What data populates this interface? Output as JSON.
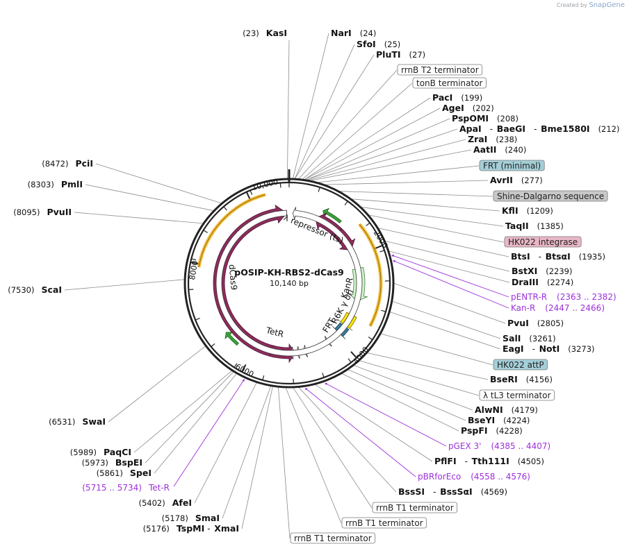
{
  "credit": {
    "created_by": "Created by",
    "brand": "SnapGene"
  },
  "plasmid": {
    "name": "pOSIP-KH-RBS2-dCas9",
    "size": "10,140 bp"
  },
  "ticks": [
    "10,000",
    "2000",
    "4000",
    "6000",
    "8000"
  ],
  "features": {
    "repressor": "λ repressor (ts)",
    "kanr": "KanR",
    "r6k": "R6K γ ori",
    "frt": "FRT",
    "tetr": "TetR",
    "dcas9": "dCas9"
  },
  "right_labels": [
    {
      "kind": "site",
      "names": [
        "NarI"
      ],
      "pos": "(24)"
    },
    {
      "kind": "site",
      "names": [
        "SfoI"
      ],
      "pos": "(25)"
    },
    {
      "kind": "site",
      "names": [
        "PluTI"
      ],
      "pos": "(27)"
    },
    {
      "kind": "box",
      "text": "rrnB T2 terminator",
      "color": "#ffffff"
    },
    {
      "kind": "box",
      "text": "tonB terminator",
      "color": "#ffffff"
    },
    {
      "kind": "site",
      "names": [
        "PacI"
      ],
      "pos": "(199)"
    },
    {
      "kind": "site",
      "names": [
        "AgeI"
      ],
      "pos": "(202)"
    },
    {
      "kind": "site",
      "names": [
        "PspOMI"
      ],
      "pos": "(208)"
    },
    {
      "kind": "site",
      "names": [
        "ApaI",
        "BaeGI",
        "Bme1580I"
      ],
      "pos": "(212)"
    },
    {
      "kind": "site",
      "names": [
        "ZraI"
      ],
      "pos": "(238)"
    },
    {
      "kind": "site",
      "names": [
        "AatII"
      ],
      "pos": "(240)"
    },
    {
      "kind": "box",
      "text": "FRT (minimal)",
      "color": "#a4cfd8"
    },
    {
      "kind": "site",
      "names": [
        "AvrII"
      ],
      "pos": "(277)"
    },
    {
      "kind": "box",
      "text": "Shine-Dalgarno sequence",
      "color": "#c8c8c8"
    },
    {
      "kind": "site",
      "names": [
        "KflI"
      ],
      "pos": "(1209)"
    },
    {
      "kind": "site",
      "names": [
        "TaqII"
      ],
      "pos": "(1385)"
    },
    {
      "kind": "box",
      "text": "HK022 integrase",
      "color": "#e8b7c6"
    },
    {
      "kind": "site",
      "names": [
        "BtsI",
        "BtsαI"
      ],
      "pos": "(1935)"
    },
    {
      "kind": "site",
      "names": [
        "BstXI"
      ],
      "pos": "(2239)"
    },
    {
      "kind": "site",
      "names": [
        "DraIII"
      ],
      "pos": "(2274)"
    },
    {
      "kind": "primer",
      "text": "pENTR-R",
      "pos": "(2363 .. 2382)"
    },
    {
      "kind": "primer",
      "text": "Kan-R",
      "pos": "(2447 .. 2466)"
    },
    {
      "kind": "site",
      "names": [
        "PvuI"
      ],
      "pos": "(2805)"
    },
    {
      "kind": "site",
      "names": [
        "SalI"
      ],
      "pos": "(3261)"
    },
    {
      "kind": "site",
      "names": [
        "EagI",
        "NotI"
      ],
      "pos": "(3273)"
    },
    {
      "kind": "box",
      "text": "HK022 attP",
      "color": "#a4cfd8"
    },
    {
      "kind": "site",
      "names": [
        "BseRI"
      ],
      "pos": "(4156)"
    },
    {
      "kind": "box",
      "text": "λ tL3 terminator",
      "color": "#ffffff"
    },
    {
      "kind": "site",
      "names": [
        "AlwNI"
      ],
      "pos": "(4179)"
    },
    {
      "kind": "site",
      "names": [
        "BseYI"
      ],
      "pos": "(4224)"
    },
    {
      "kind": "site",
      "names": [
        "PspFI"
      ],
      "pos": "(4228)"
    },
    {
      "kind": "primer",
      "text": "pGEX 3'",
      "pos": "(4385 .. 4407)"
    },
    {
      "kind": "site",
      "names": [
        "PflFI",
        "Tth111I"
      ],
      "pos": "(4505)"
    },
    {
      "kind": "primer",
      "text": "pBRforEco",
      "pos": "(4558 .. 4576)"
    },
    {
      "kind": "site",
      "names": [
        "BssSI",
        "BssSαI"
      ],
      "pos": "(4569)"
    },
    {
      "kind": "box",
      "text": "rrnB T1 terminator",
      "color": "#ffffff"
    },
    {
      "kind": "box",
      "text": "rrnB T1 terminator",
      "color": "#ffffff"
    },
    {
      "kind": "box",
      "text": "rrnB T1 terminator",
      "color": "#ffffff"
    }
  ],
  "left_labels": [
    {
      "kind": "site",
      "pos": "(23)",
      "names": [
        "KasI"
      ]
    },
    {
      "kind": "site",
      "pos": "(8472)",
      "names": [
        "PciI"
      ]
    },
    {
      "kind": "site",
      "pos": "(8303)",
      "names": [
        "PmlI"
      ]
    },
    {
      "kind": "site",
      "pos": "(8095)",
      "names": [
        "PvuII"
      ]
    },
    {
      "kind": "site",
      "pos": "(7530)",
      "names": [
        "ScaI"
      ]
    },
    {
      "kind": "site",
      "pos": "(6531)",
      "names": [
        "SwaI"
      ]
    },
    {
      "kind": "site",
      "pos": "(5989)",
      "names": [
        "PaqCI"
      ]
    },
    {
      "kind": "site",
      "pos": "(5973)",
      "names": [
        "BspEI"
      ]
    },
    {
      "kind": "site",
      "pos": "(5861)",
      "names": [
        "SpeI"
      ]
    },
    {
      "kind": "primer",
      "pos": "(5715 .. 5734)",
      "text": "Tet-R"
    },
    {
      "kind": "site",
      "pos": "(5402)",
      "names": [
        "AfeI"
      ]
    },
    {
      "kind": "site",
      "pos": "(5178)",
      "names": [
        "SmaI"
      ]
    },
    {
      "kind": "site",
      "pos": "(5176)",
      "names": [
        "TspMI",
        "XmaI"
      ]
    }
  ],
  "colors": {
    "cds": "#8e2c5c",
    "origin": "#ffe600",
    "frt": "#347f99",
    "kan": "#ccf5c8",
    "green": "#3aa03a",
    "orange": "#f2a900",
    "primer": "#9b30d9"
  }
}
